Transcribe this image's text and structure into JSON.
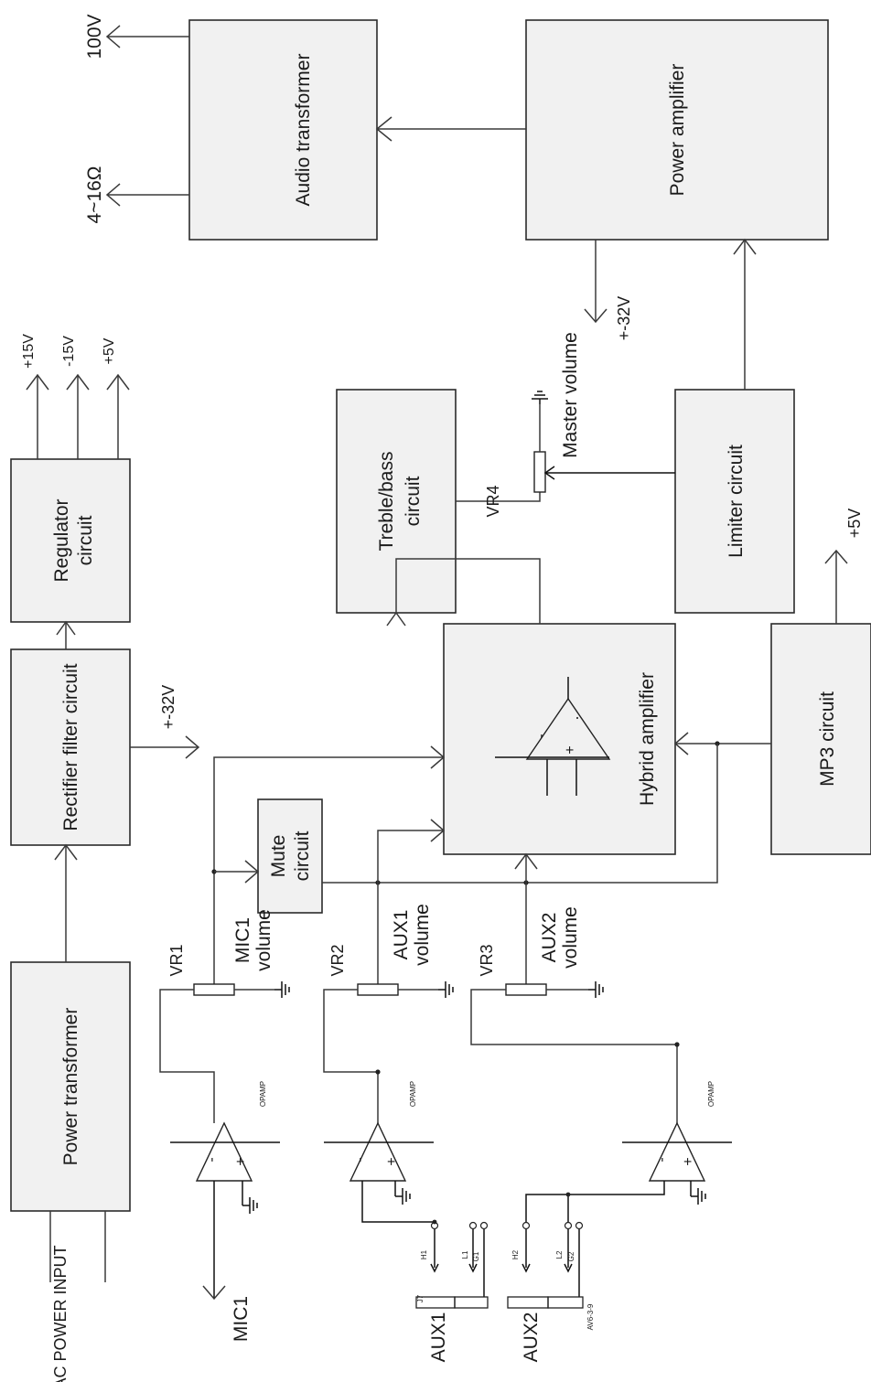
{
  "blocks": {
    "audio_transformer": "Audio transformer",
    "power_amplifier": "Power amplifier",
    "regulator_l1": "Regulator",
    "regulator_l2": "circuit",
    "rectifier": "Rectifier filter circuit",
    "power_transformer": "Power transformer",
    "treble_l1": "Treble/bass",
    "treble_l2": "circuit",
    "limiter": "Limiter circuit",
    "hybrid": "Hybrid amplifier",
    "mp3": "MP3 circuit",
    "mute_l1": "Mute",
    "mute_l2": "circuit"
  },
  "labels": {
    "out_100v": "100V",
    "out_ohm": "4~16Ω",
    "v_15p": "+15V",
    "v_15m": "-15V",
    "v_5": "+5V",
    "v_32_amp": "+-32V",
    "v_32_rect": "+-32V",
    "v_5_mp3": "+5V",
    "master_volume": "Master volume",
    "vr4": "VR4",
    "vr1": "VR1",
    "vr2": "VR2",
    "vr3": "VR3",
    "mic1_vol_1": "MIC1",
    "mic1_vol_2": "volume",
    "aux1_vol_1": "AUX1",
    "aux1_vol_2": "volume",
    "aux2_vol_1": "AUX2",
    "aux2_vol_2": "volume",
    "opamp": "OPAMP",
    "mic1": "MIC1",
    "ac_power_input": "AC POWER INPUT",
    "aux1": "AUX1",
    "aux2": "AUX2",
    "j7": "J7",
    "jack_part": "AV6-3-9",
    "pin_h1": "H1",
    "pin_l1": "L1",
    "pin_g1": "G1",
    "pin_h2": "H2",
    "pin_l2": "L2",
    "pin_g2": "G2",
    "op_minus": "-",
    "op_plus": "+"
  }
}
